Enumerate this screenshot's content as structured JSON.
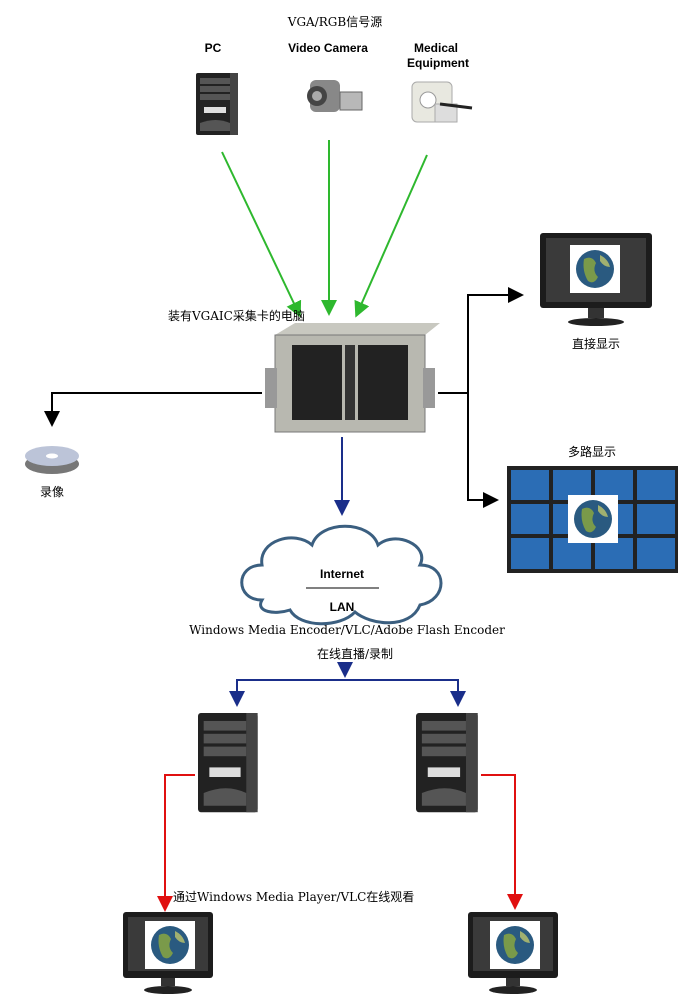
{
  "title": "VGA/RGB信号源",
  "sources": [
    {
      "label": "PC",
      "icon": "pc-tower-icon"
    },
    {
      "label": "Video Camera",
      "icon": "video-camera-icon"
    },
    {
      "label_line1": "Medical",
      "label_line2": "Equipment",
      "icon": "medical-scanner-icon"
    }
  ],
  "capture_pc_label": "装有VGAIC采集卡的电脑",
  "record_label": "录像",
  "direct_display_label": "直接显示",
  "multi_display_label": "多路显示",
  "cloud": {
    "top": "Internet",
    "bottom": "LAN"
  },
  "encoder_label": "Windows Media Encoder/VLC/Adobe Flash Encoder",
  "live_label": "在线直播/录制",
  "viewer_label": "通过Windows Media Player/VLC在线观看",
  "colors": {
    "source_lines": "#2eb82e",
    "network_lines": "#1a2e8a",
    "viewer_lines": "#e01010",
    "display_lines": "#000000"
  }
}
